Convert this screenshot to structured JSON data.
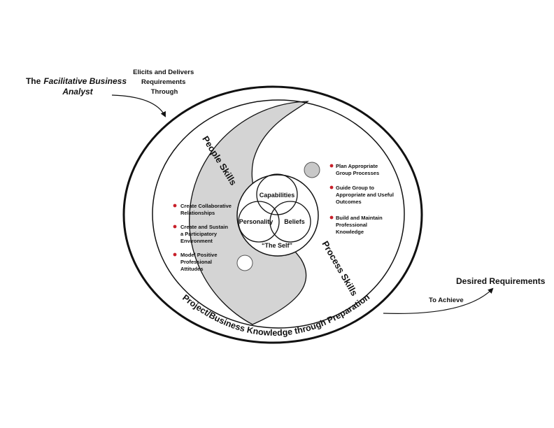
{
  "title": {
    "prefix": "The",
    "emphasis": "Facilitative Business",
    "line2": "Analyst"
  },
  "elicits": [
    "Elicits and Delivers",
    "Requirements",
    "Through"
  ],
  "people_skills": {
    "heading": "People Skills",
    "items": [
      [
        "Create Collaborative",
        "Relationships"
      ],
      [
        "Create and Sustain",
        "a Participatory",
        "Environment"
      ],
      [
        "Model Positive",
        "Professional",
        "Attitudes"
      ]
    ]
  },
  "process_skills": {
    "heading": "Process Skills",
    "items": [
      [
        "Plan Appropriate",
        "Group Processes"
      ],
      [
        "Guide Group to",
        "Appropriate and Useful",
        "Outcomes"
      ],
      [
        "Build and Maintain",
        "Professional",
        "Knowledge"
      ]
    ]
  },
  "self": {
    "capabilities": "Capabilities",
    "personality": "Personality",
    "beliefs": "Beliefs",
    "label": "“The Self”"
  },
  "ring_label": "Project/Business Knowledge through Preparation",
  "to_achieve": "To Achieve",
  "desired": "Desired Requirements",
  "colors": {
    "shade": "#d4d4d4",
    "bullet": "#c8202a",
    "line": "#111111"
  }
}
